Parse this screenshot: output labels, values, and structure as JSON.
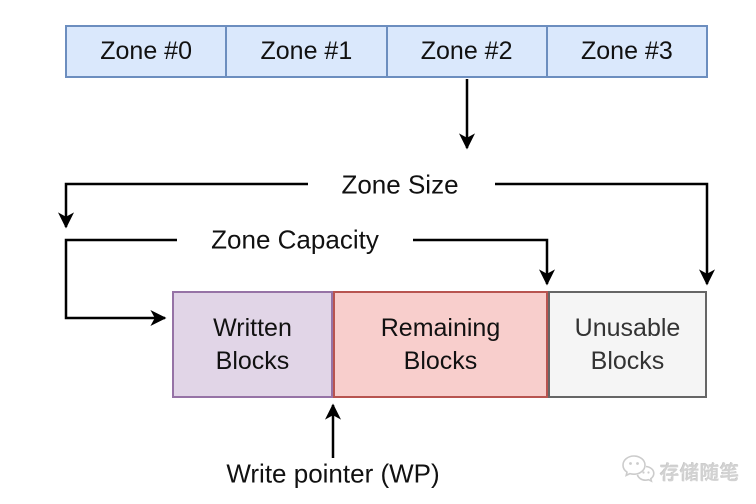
{
  "diagram": {
    "zones": {
      "items": [
        {
          "label": "Zone #0"
        },
        {
          "label": "Zone #1"
        },
        {
          "label": "Zone #2"
        },
        {
          "label": "Zone #3"
        }
      ],
      "fill": "#dae8fc",
      "stroke": "#6c8ebf"
    },
    "measures": {
      "zone_size": "Zone Size",
      "zone_capacity": "Zone Capacity"
    },
    "blocks": {
      "written": {
        "label": "Written\nBlocks",
        "fill": "#e1d5e7",
        "stroke": "#9673a6"
      },
      "remaining": {
        "label": "Remaining\nBlocks",
        "fill": "#f8cecc",
        "stroke": "#b85450"
      },
      "unusable": {
        "label": "Unusable\nBlocks",
        "fill": "#f5f5f5",
        "stroke": "#666666",
        "text_color": "#333333"
      }
    },
    "write_pointer": {
      "label": "Write pointer (WP)"
    },
    "arrow_color": "#000000"
  },
  "watermark": {
    "text": "存储随笔",
    "icon": "chat-bubbles-icon"
  }
}
